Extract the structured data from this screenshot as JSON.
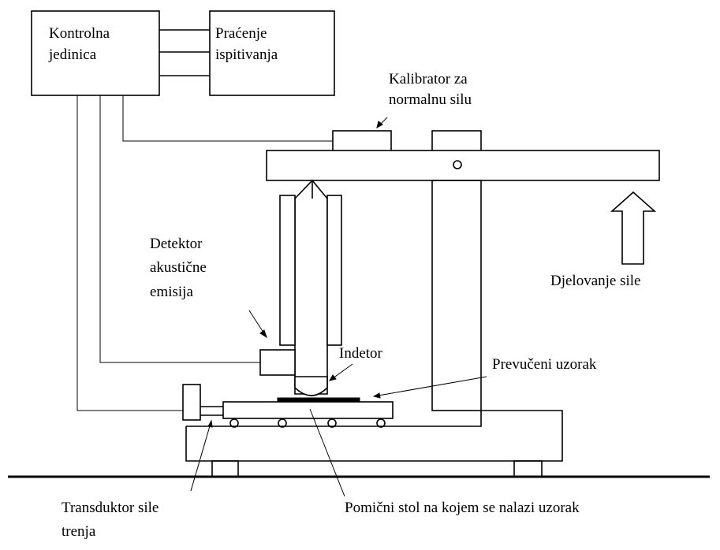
{
  "labels": {
    "control_unit": [
      "Kontrolna",
      "jedinica"
    ],
    "test_monitoring": [
      "Praćenje",
      "ispitivanja"
    ],
    "normal_force_calibrator": [
      "Kalibrator za",
      "normalnu silu"
    ],
    "acoustic_emission_detector": [
      "Detektor",
      "akustične",
      "emisija"
    ],
    "indenter": "Indetor",
    "coated_sample": "Prevučeni uzorak",
    "force_action": "Djelovanje sile",
    "friction_force_transducer": [
      "Transduktor sile",
      "trenja"
    ],
    "moving_table": "Pomični stol na kojem se nalazi uzorak"
  }
}
